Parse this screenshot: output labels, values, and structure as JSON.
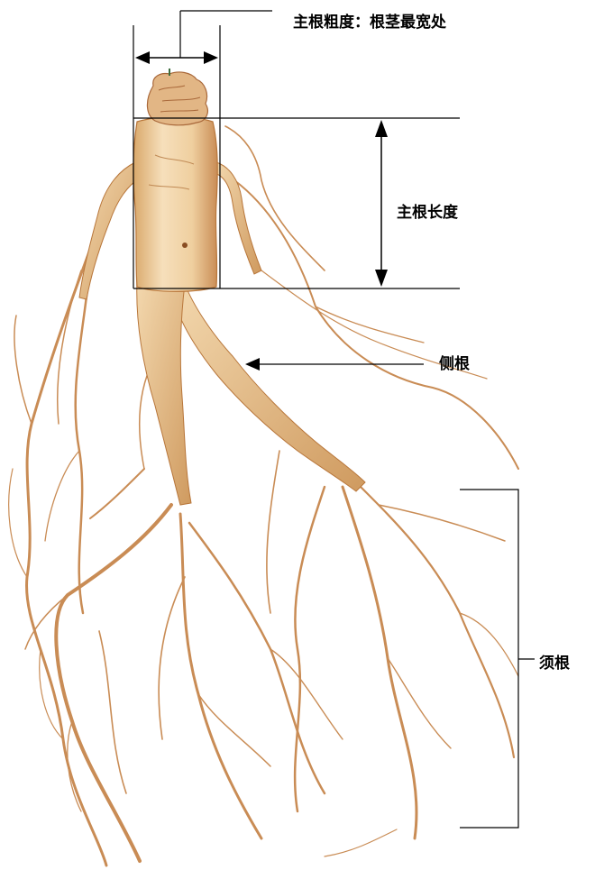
{
  "labels": {
    "main_root_thickness": "主根粗度：根茎最宽处",
    "main_root_length": "主根长度",
    "lateral_root": "侧根",
    "fibrous_root": "须根"
  },
  "colors": {
    "root_body": "#f1d2a6",
    "root_shade": "#d9a86a",
    "root_dark": "#b8763a",
    "hair_root": "#c98c55",
    "annotation": "#000000",
    "background": "#ffffff"
  }
}
